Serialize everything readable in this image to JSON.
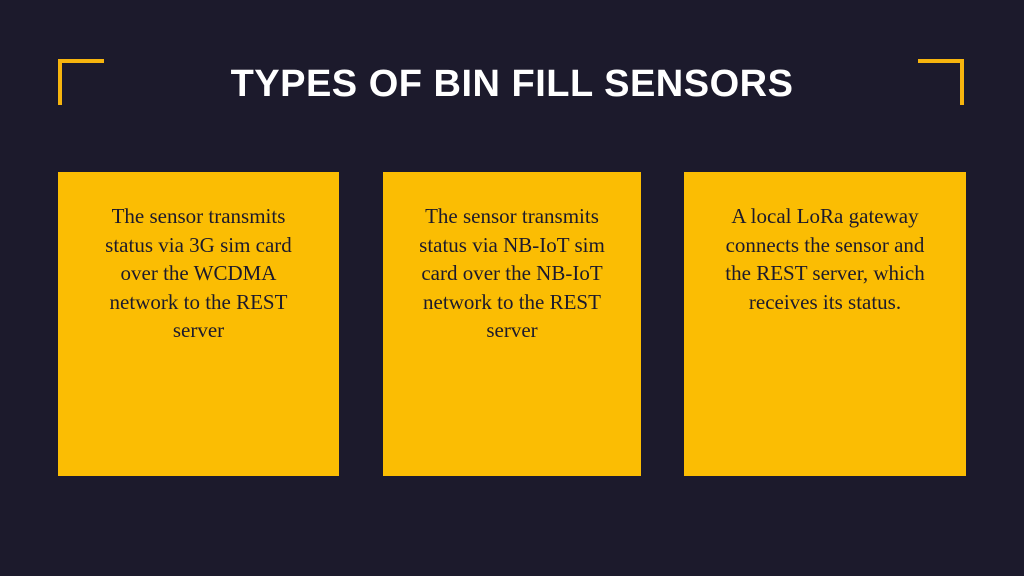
{
  "slide": {
    "title": "TYPES OF BIN FILL SENSORS",
    "accent_color": "#f6b40e",
    "card_color": "#fbbd03",
    "background_color": "#1c1a2c"
  },
  "cards": [
    {
      "text": "The sensor transmits status via 3G sim card over the WCDMA network to the REST server"
    },
    {
      "text": "The sensor transmits status via NB-IoT sim card over the NB-IoT network to the REST server"
    },
    {
      "text": "A local LoRa gateway connects the sensor and the REST server, which receives its status."
    }
  ]
}
